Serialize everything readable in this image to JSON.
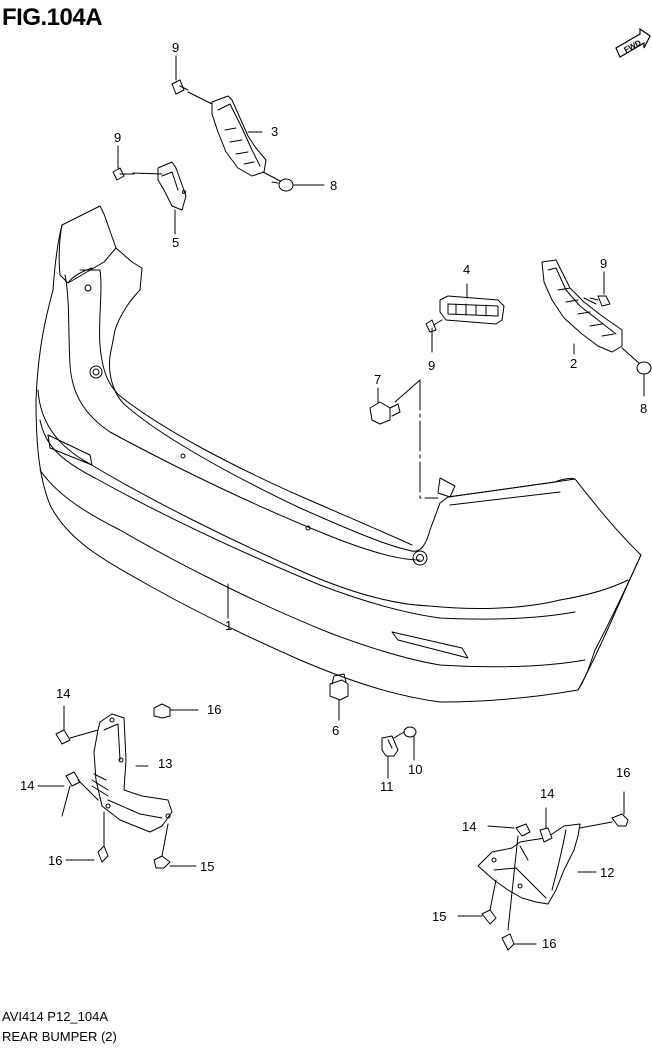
{
  "figure": {
    "title": "FIG.104A",
    "fwd_label": "FWD",
    "code": "AVI414 P12_104A",
    "caption": "REAR BUMPER (2)"
  },
  "callouts": {
    "c1": "1",
    "c2": "2",
    "c3": "3",
    "c4": "4",
    "c5": "5",
    "c6": "6",
    "c7": "7",
    "c8a": "8",
    "c8b": "8",
    "c9a": "9",
    "c9b": "9",
    "c9c": "9",
    "c9d": "9",
    "c10": "10",
    "c11": "11",
    "c12": "12",
    "c13": "13",
    "c14a": "14",
    "c14b": "14",
    "c14c": "14",
    "c14d": "14",
    "c15a": "15",
    "c15b": "15",
    "c16a": "16",
    "c16b": "16",
    "c16c": "16",
    "c16d": "16"
  }
}
